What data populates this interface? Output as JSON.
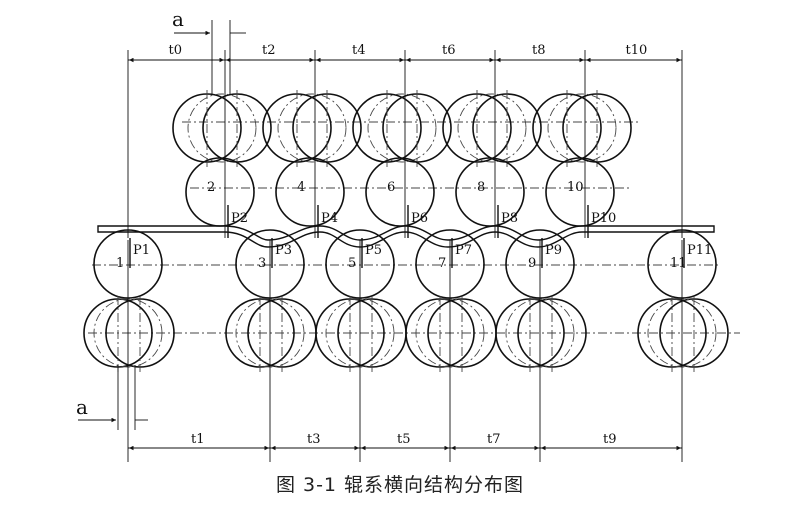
{
  "caption": "图 3-1 辊系横向结构分布图",
  "section_marker": "a",
  "top_dims": [
    "t0",
    "t2",
    "t4",
    "t6",
    "t8",
    "t10"
  ],
  "bottom_dims": [
    "t1",
    "t3",
    "t5",
    "t7",
    "t9"
  ],
  "upper_rolls": [
    {
      "num": "2",
      "force": "P2"
    },
    {
      "num": "4",
      "force": "P4"
    },
    {
      "num": "6",
      "force": "P6"
    },
    {
      "num": "8",
      "force": "P8"
    },
    {
      "num": "10",
      "force": "P10"
    }
  ],
  "lower_rolls": [
    {
      "num": "1",
      "force": "P1"
    },
    {
      "num": "3",
      "force": "P3"
    },
    {
      "num": "5",
      "force": "P5"
    },
    {
      "num": "7",
      "force": "P7"
    },
    {
      "num": "9",
      "force": "P9"
    },
    {
      "num": "11",
      "force": "P11"
    }
  ]
}
